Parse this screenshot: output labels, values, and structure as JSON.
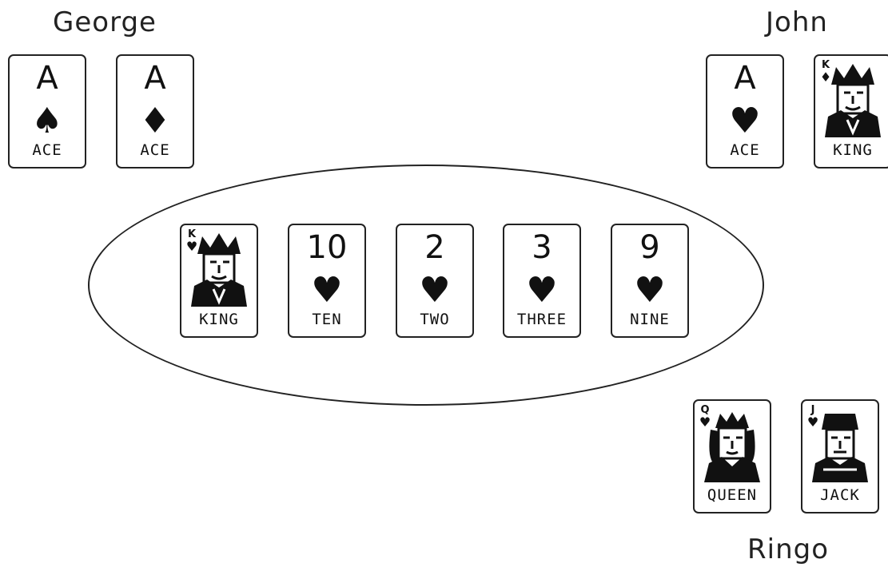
{
  "players": {
    "george": {
      "name": "George",
      "cards": [
        {
          "rank": "A",
          "suit": "♠",
          "name": "ACE"
        },
        {
          "rank": "A",
          "suit": "♦",
          "name": "ACE"
        }
      ]
    },
    "john": {
      "name": "John",
      "cards": [
        {
          "rank": "A",
          "suit": "♥",
          "name": "ACE"
        },
        {
          "rank": "K",
          "suit": "♦",
          "name": "KING"
        }
      ]
    },
    "ringo": {
      "name": "Ringo",
      "cards": [
        {
          "rank": "Q",
          "suit": "♥",
          "name": "QUEEN"
        },
        {
          "rank": "J",
          "suit": "♥",
          "name": "JACK"
        }
      ]
    }
  },
  "board": {
    "cards": [
      {
        "rank": "K",
        "suit": "♥",
        "name": "KING"
      },
      {
        "rank": "10",
        "suit": "♥",
        "name": "TEN"
      },
      {
        "rank": "2",
        "suit": "♥",
        "name": "TWO"
      },
      {
        "rank": "3",
        "suit": "♥",
        "name": "THREE"
      },
      {
        "rank": "9",
        "suit": "♥",
        "name": "NINE"
      }
    ]
  }
}
